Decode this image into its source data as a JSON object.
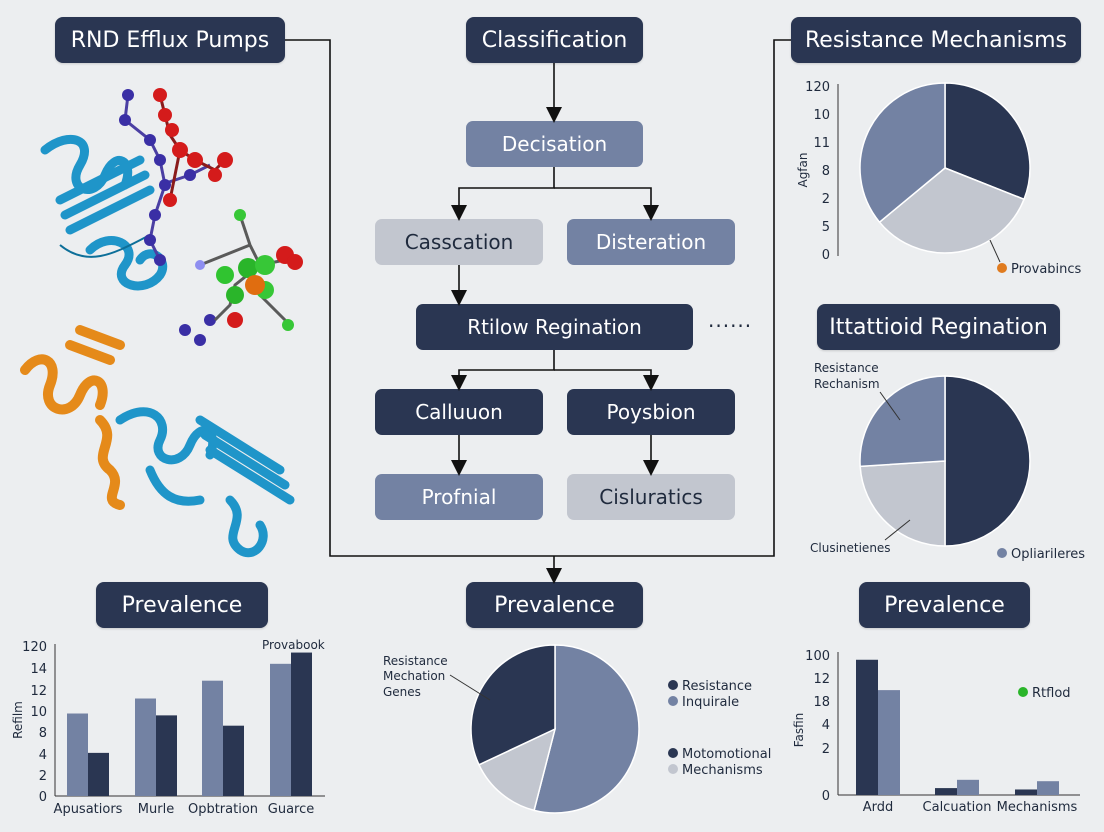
{
  "titles": {
    "rnd": "RND Efflux Pumps",
    "classification": "Classification",
    "resistance": "Resistance Mechanisms",
    "regination_right": "Ittattioid Regination",
    "prevalence_left": "Prevalence",
    "prevalence_center": "Prevalence",
    "prevalence_right": "Prevalence"
  },
  "flow": {
    "decisation": "Decisation",
    "casscation": "Casscation",
    "disteration": "Disteration",
    "rtilow": "Rtilow Regination",
    "calluuon": "Calluuon",
    "poysbion": "Poysbion",
    "profnial": "Profnial",
    "cisluratics": "Cisluratics",
    "dots": "......"
  },
  "colors": {
    "dark": "#2a3652",
    "mid": "#7382a3",
    "light": "#c2c6cf",
    "orange_dot": "#e07b1f",
    "green_dot": "#2ab52a",
    "protein_blue": "#2aa6d6",
    "protein_orange": "#e58a1a"
  },
  "chart_data": [
    {
      "type": "pie",
      "ylabel": "Agfan",
      "yticks": [
        "120",
        "10",
        "11",
        "8",
        "2",
        "5",
        "0"
      ],
      "slices": [
        {
          "color": "dark",
          "value": 31
        },
        {
          "color": "light",
          "value": 33
        },
        {
          "color": "mid",
          "value": 36
        }
      ],
      "legend": [
        {
          "label": "Provabincs",
          "color": "orange_dot"
        }
      ]
    },
    {
      "type": "pie",
      "slices": [
        {
          "color": "dark",
          "value": 50
        },
        {
          "color": "light",
          "value": 24
        },
        {
          "color": "mid",
          "value": 26
        }
      ],
      "annotations": [
        "Resistance",
        "Rechanism",
        "Clusinetienes"
      ],
      "legend": [
        {
          "label": "Opliarileres",
          "color": "mid"
        }
      ]
    },
    {
      "type": "bar",
      "title": "Provabook",
      "ylabel": "Refilm",
      "yticks": [
        "120",
        "14",
        "12",
        "10",
        "8",
        "4",
        "2",
        "0"
      ],
      "categories": [
        "Apusatiors",
        "Murle",
        "Opbtration",
        "Guarce"
      ],
      "series": [
        {
          "color": "mid",
          "values": [
            8.8,
            10.4,
            12.3,
            14.1
          ]
        },
        {
          "color": "dark",
          "values": [
            4.6,
            8.6,
            7.5,
            15.3
          ]
        }
      ],
      "ylim": [
        0,
        16
      ]
    },
    {
      "type": "pie",
      "annotations": [
        "Resistance",
        "Mechation",
        "Genes"
      ],
      "slices": [
        {
          "color": "mid",
          "value": 54
        },
        {
          "color": "light",
          "value": 14
        },
        {
          "color": "dark",
          "value": 32
        }
      ],
      "legend": [
        {
          "label": "Resistance",
          "color": "dark"
        },
        {
          "label": "Inquirale",
          "color": "mid"
        },
        {
          "label": "Motomotional",
          "color": "dark"
        },
        {
          "label": "Mechanisms",
          "color": "light"
        }
      ]
    },
    {
      "type": "bar",
      "ylabel": "Fasfin",
      "yticks": [
        "100",
        "12",
        "18",
        "4",
        "2",
        "0"
      ],
      "categories": [
        "Ardd",
        "Calcuation",
        "Mechanisms"
      ],
      "series": [
        {
          "color": "dark",
          "values": [
            9.8,
            0.5,
            0.4
          ]
        },
        {
          "color": "mid",
          "values": [
            7.6,
            1.1,
            1.0
          ]
        }
      ],
      "ylim": [
        0,
        10
      ],
      "legend": [
        {
          "label": "Rtflod",
          "color": "green_dot"
        }
      ]
    }
  ]
}
